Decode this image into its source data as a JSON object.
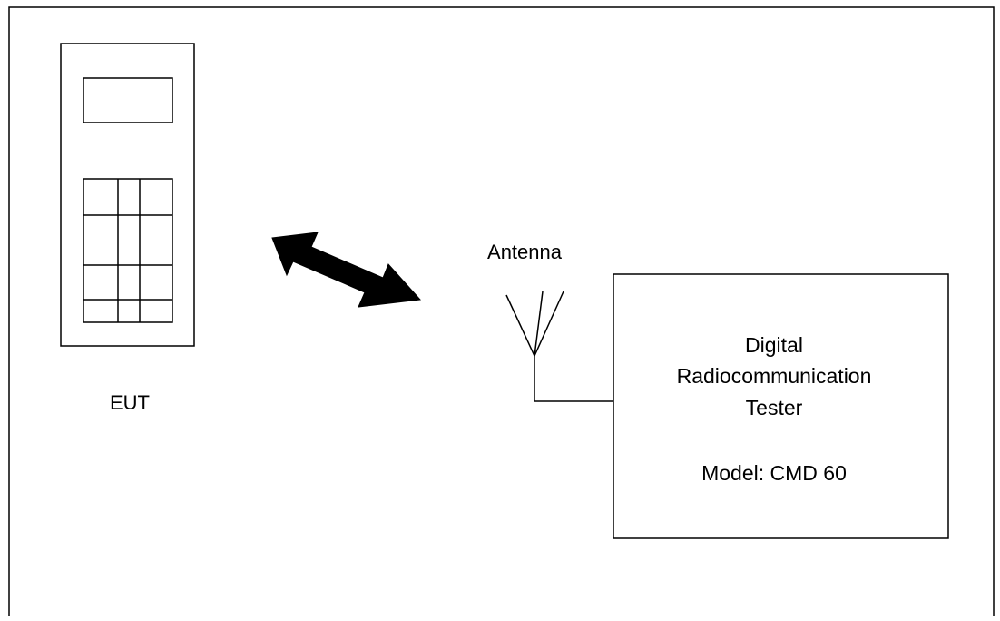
{
  "diagram": {
    "eut_label": "EUT",
    "antenna_label": "Antenna",
    "tester": {
      "line1": "Digital",
      "line2": "Radiocommunication",
      "line3": "Tester",
      "model": "Model: CMD 60"
    }
  },
  "colors": {
    "stroke": "#000000",
    "background": "#ffffff"
  }
}
